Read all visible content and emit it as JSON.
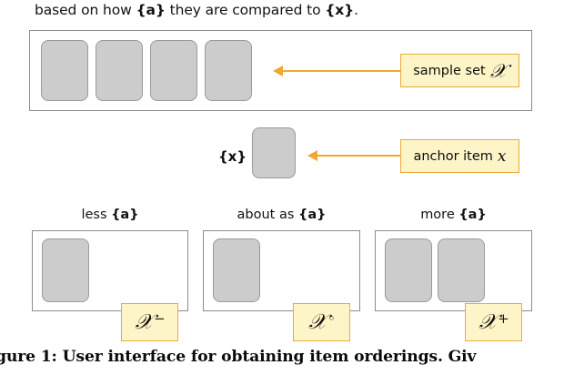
{
  "intro": {
    "prefix": "based on how ",
    "placeholder_a": "{a}",
    "middle": " they are compared to ",
    "placeholder_x": "{x}",
    "suffix": "."
  },
  "sample_set_section": {
    "name": "sample-set-panel",
    "card_count": 4,
    "callout": {
      "label": "sample set",
      "symbol": "𝒳"
    }
  },
  "anchor_section": {
    "name": "anchor-panel",
    "placeholder_label": "{x}",
    "callout": {
      "label": "anchor item",
      "symbol": "𝑥"
    }
  },
  "bins": [
    {
      "key": "less",
      "heading_text": "less ",
      "heading_placeholder": "{a}",
      "card_count": 1,
      "badge_symbol": "𝒳",
      "badge_superscript": "−"
    },
    {
      "key": "about-as",
      "heading_text": "about as ",
      "heading_placeholder": "{a}",
      "card_count": 1,
      "badge_symbol": "𝒳",
      "badge_superscript": "◦"
    },
    {
      "key": "more",
      "heading_text": "more ",
      "heading_placeholder": "{a}",
      "card_count": 2,
      "badge_symbol": "𝒳",
      "badge_superscript": "+"
    }
  ],
  "caption": {
    "text": "gure 1: User interface for obtaining item orderings. Giv"
  },
  "colors": {
    "card_fill": "#cccccc",
    "card_border": "#9a9a9a",
    "panel_border": "#8c8c8c",
    "callout_fill": "#fdf5c8",
    "callout_border": "#eda93c",
    "arrow": "#f0a830"
  }
}
